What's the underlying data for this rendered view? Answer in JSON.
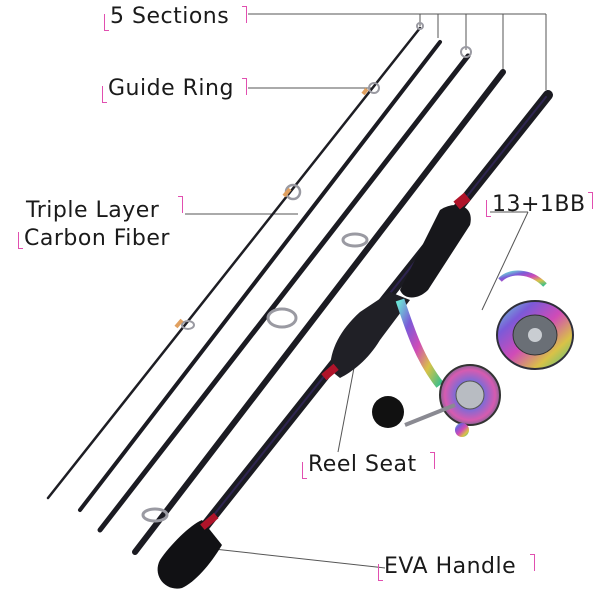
{
  "labels": {
    "sections": "5 Sections",
    "guide_ring": "Guide Ring",
    "triple_layer_line1": "Triple Layer",
    "triple_layer_line2": "Carbon Fiber",
    "bearings": "13+1BB",
    "reel_seat": "Reel Seat",
    "eva_handle": "EVA Handle"
  },
  "colors": {
    "accent": "#e14fb0",
    "rod": "#1b1b22",
    "rod_accent": "#b0142a",
    "reel": "iridescent"
  }
}
